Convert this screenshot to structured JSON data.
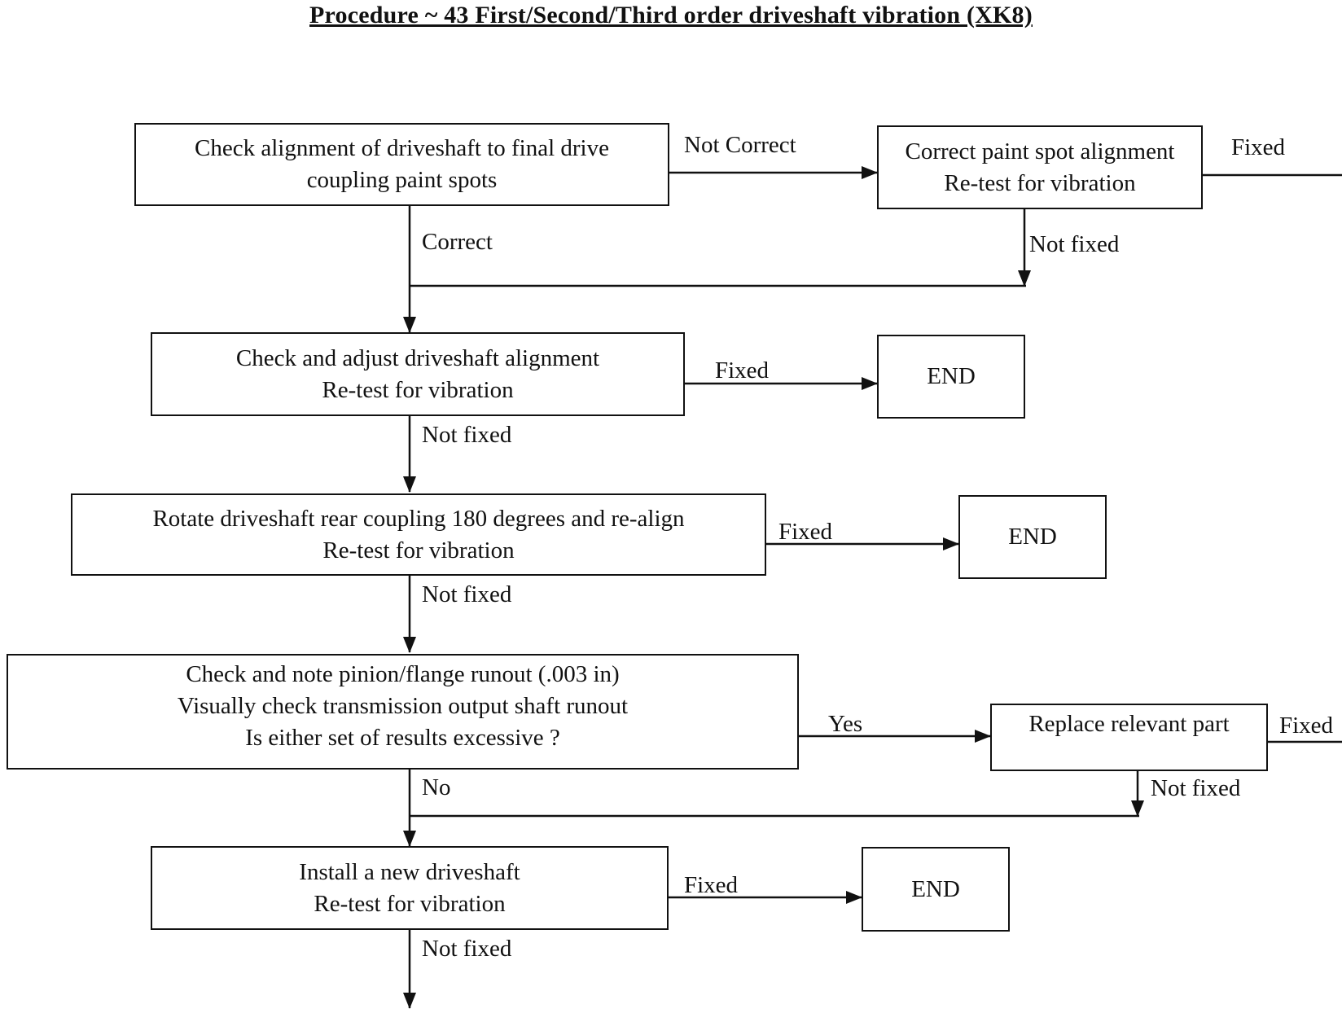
{
  "title": "Procedure ~ 43 First/Second/Third order driveshaft vibration (XK8)",
  "boxes": {
    "check_alignment": {
      "line1": "Check alignment of driveshaft to final drive",
      "line2": "coupling paint spots"
    },
    "correct_paint": {
      "line1": "Correct paint spot alignment",
      "line2": "Re-test for vibration"
    },
    "check_adjust": {
      "line1": "Check and adjust driveshaft alignment",
      "line2": "Re-test for vibration"
    },
    "end_1": {
      "line1": "END"
    },
    "rotate": {
      "line1": "Rotate driveshaft rear coupling 180 degrees and re-align",
      "line2": "Re-test for vibration"
    },
    "end_2": {
      "line1": "END"
    },
    "runout": {
      "line1": "Check and note pinion/flange runout (.003 in)",
      "line2": "Visually check transmission output shaft runout",
      "line3": "Is either set of results excessive ?"
    },
    "replace": {
      "line1": "Replace relevant part"
    },
    "new_driveshaft": {
      "line1": "Install a new driveshaft",
      "line2": "Re-test for vibration"
    },
    "end_3": {
      "line1": "END"
    }
  },
  "labels": {
    "not_correct": "Not Correct",
    "fixed_top": "Fixed",
    "correct": "Correct",
    "not_fixed_paint": "Not fixed",
    "fixed_adjust": "Fixed",
    "not_fixed_adjust": "Not fixed",
    "fixed_rotate": "Fixed",
    "not_fixed_rotate": "Not fixed",
    "yes": "Yes",
    "fixed_replace": "Fixed",
    "no": "No",
    "not_fixed_replace": "Not fixed",
    "fixed_new": "Fixed",
    "not_fixed_new": "Not fixed"
  }
}
